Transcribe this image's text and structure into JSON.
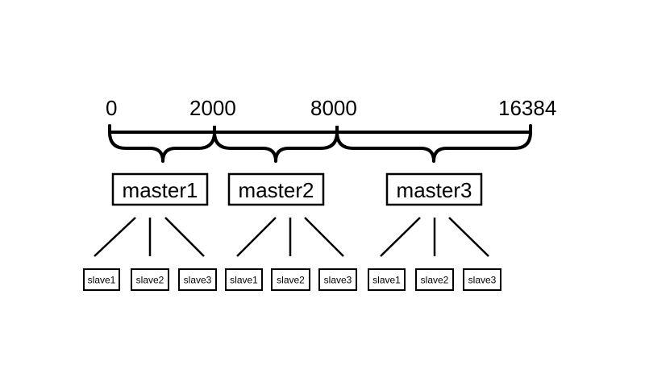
{
  "ticks": [
    "0",
    "2000",
    "8000",
    "16384"
  ],
  "masters": [
    {
      "label": "master1",
      "slaves": [
        "slave1",
        "slave2",
        "slave3"
      ]
    },
    {
      "label": "master2",
      "slaves": [
        "slave1",
        "slave2",
        "slave3"
      ]
    },
    {
      "label": "master3",
      "slaves": [
        "slave1",
        "slave2",
        "slave3"
      ]
    }
  ],
  "colors": {
    "line": "#000000",
    "background": "#ffffff"
  }
}
